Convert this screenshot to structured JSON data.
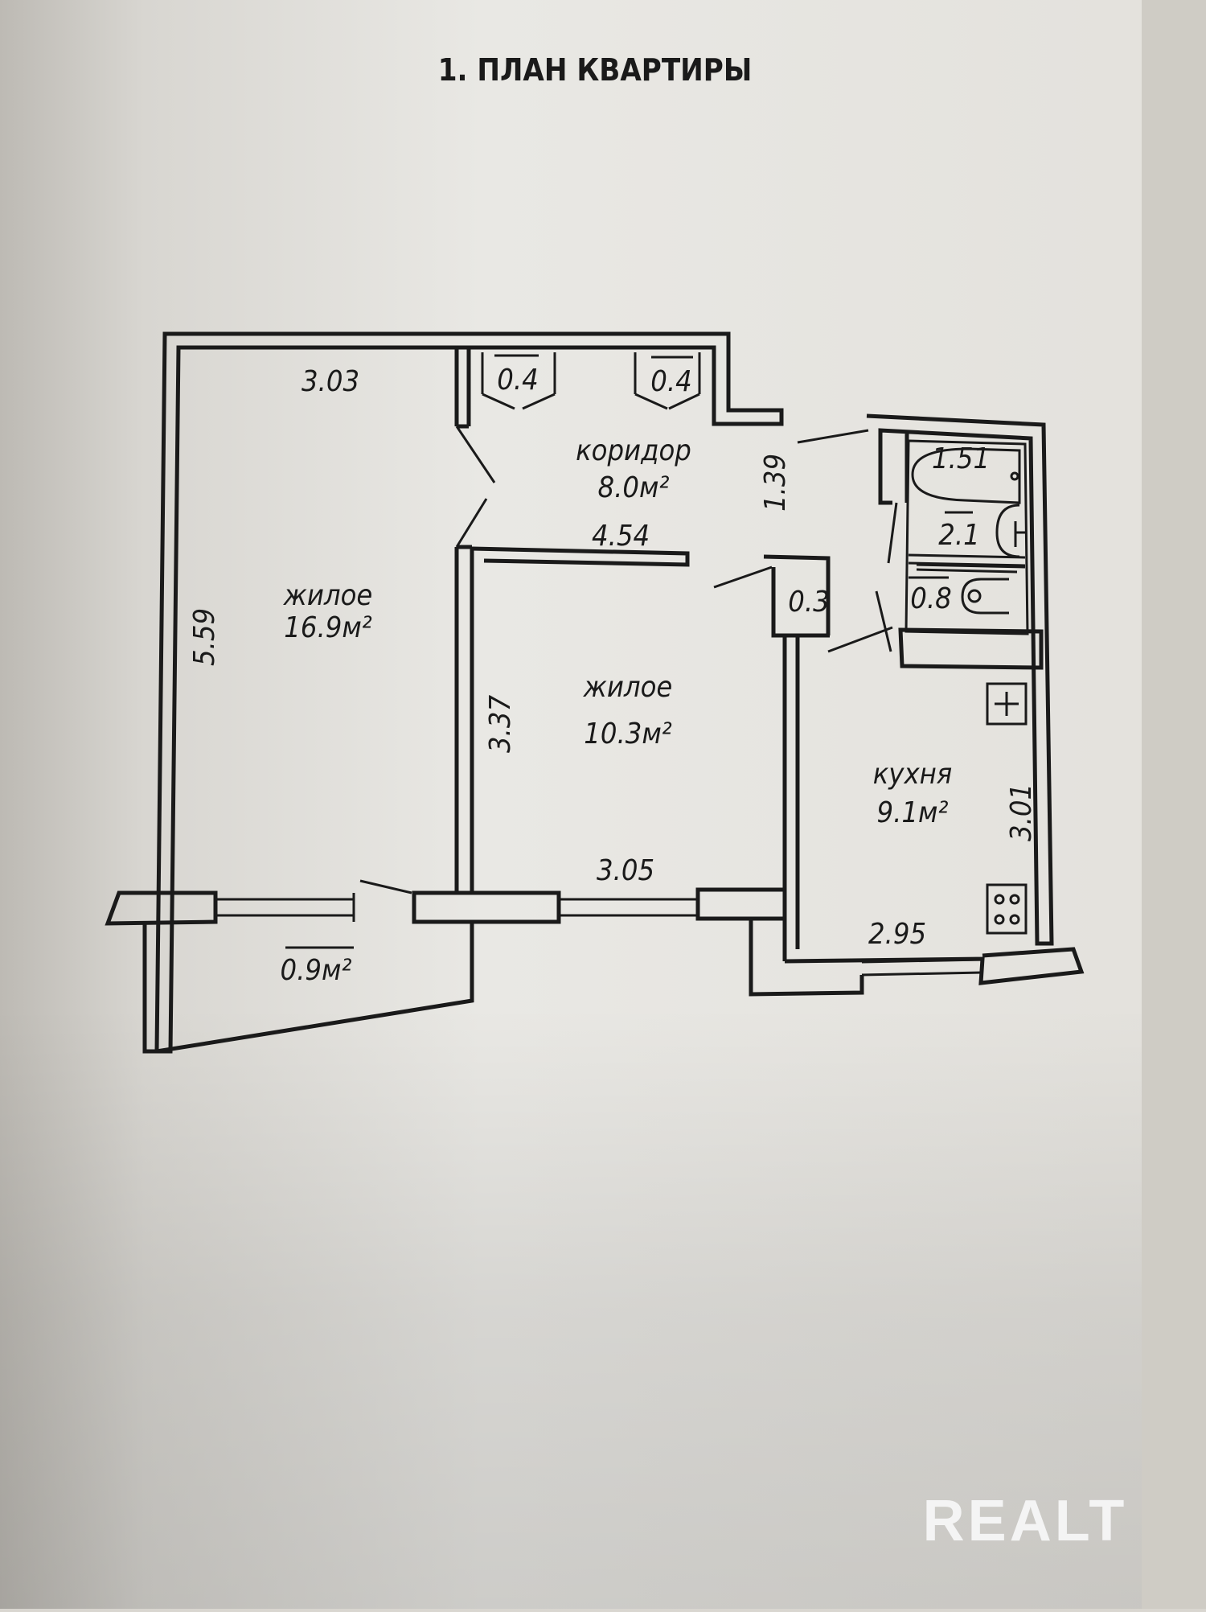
{
  "title": "1. ПЛАН КВАРТИРЫ",
  "rooms": {
    "living_large": {
      "name": "жилое",
      "area": "16.9м²"
    },
    "living_small": {
      "name": "жилое",
      "area": "10.3м²"
    },
    "corridor": {
      "name": "коридор",
      "area": "8.0м²"
    },
    "kitchen": {
      "name": "кухня",
      "area": "9.1м²"
    },
    "balcony": {
      "area": "0.9м²"
    },
    "closet_1": {
      "area": "0.4"
    },
    "closet_2": {
      "area": "0.4"
    },
    "closet_3": {
      "area": "0.3"
    },
    "bathroom": {
      "area": "2.1"
    },
    "toilet": {
      "area": "0.8"
    }
  },
  "dimensions": {
    "large_width": "3.03",
    "large_length": "5.59",
    "corridor_length": "4.54",
    "corridor_width": "1.39",
    "small_length": "3.37",
    "small_width": "3.05",
    "kitchen_length": "3.01",
    "kitchen_width": "2.95",
    "bathtub": "1.51"
  },
  "watermark": "REALT",
  "colors": {
    "paper": "#e8e6e2",
    "ink": "#1a1a1a"
  }
}
